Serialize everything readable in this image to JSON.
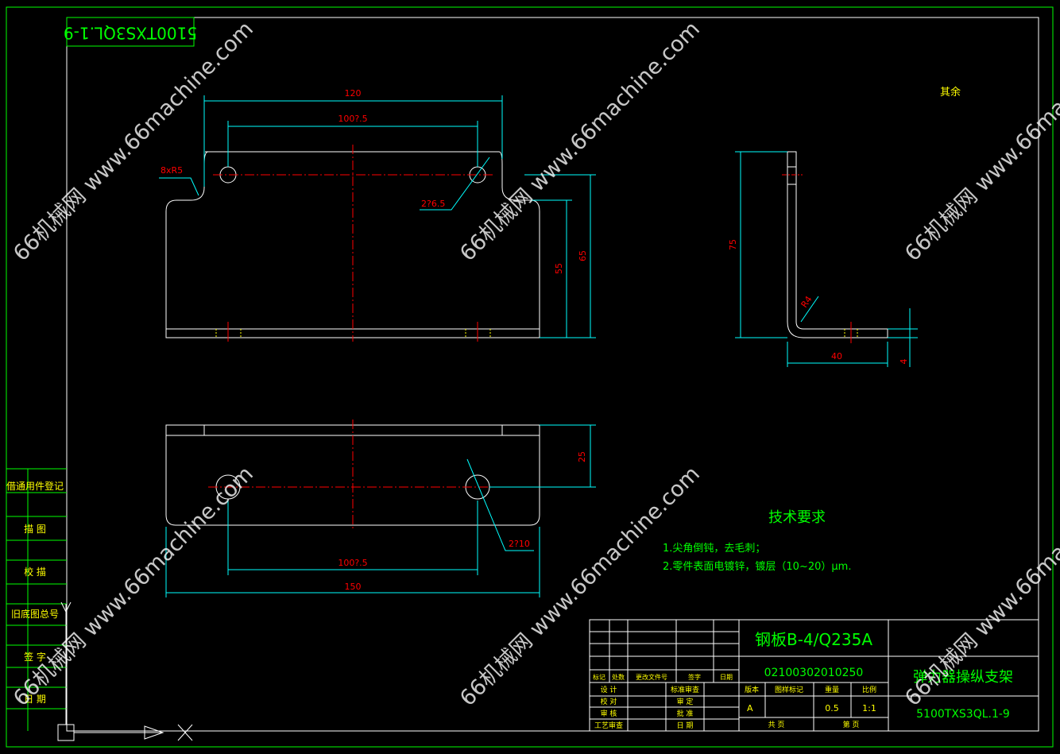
{
  "drawing": {
    "code_rotated": "5100TXS3QL.1-9",
    "surface_finish": "其余",
    "dims": {
      "front_width": "120",
      "front_hole_spacing": "100?.5",
      "front_corner_radius": "8xR5",
      "front_holes": "2?6.5",
      "front_height_inner": "55",
      "front_height_outer": "65",
      "side_height": "75",
      "side_bend_radius": "R4",
      "side_leg": "40",
      "side_thickness": "4",
      "bottom_height": "25",
      "bottom_holes": "2?10",
      "bottom_hole_spacing": "100?.5",
      "bottom_width": "150"
    },
    "tech_req": {
      "title": "技术要求",
      "line1": "1.尖角倒钝，去毛刺；",
      "line2": "2.零件表面电镀锌，镀层（10~20）μm."
    },
    "side_table": [
      "借通用件登记",
      "描  图",
      "校  描",
      "旧底图总号",
      "签  字",
      "日  期"
    ],
    "title_block": {
      "material": "钢板B-4/Q235A",
      "part_no": "02100302010250",
      "part_name": "弹力器操纵支架",
      "drawing_no": "5100TXS3QL.1-9",
      "headers": [
        "标记",
        "处数",
        "更改文件号",
        "签字",
        "日期"
      ],
      "rows_left": [
        "设 计",
        "校 对",
        "审 核",
        "工艺审查"
      ],
      "rows_mid": [
        "标准审查",
        "审 定",
        "批 准",
        "日 期"
      ],
      "attr_headers": [
        "版本",
        "图样标记",
        "重量",
        "比例"
      ],
      "version": "A",
      "weight": "0.5",
      "scale": "1:1",
      "sheets_total": "共   页",
      "sheet_no": "第   页"
    },
    "watermark": "66机械网 www.66machine.com"
  }
}
